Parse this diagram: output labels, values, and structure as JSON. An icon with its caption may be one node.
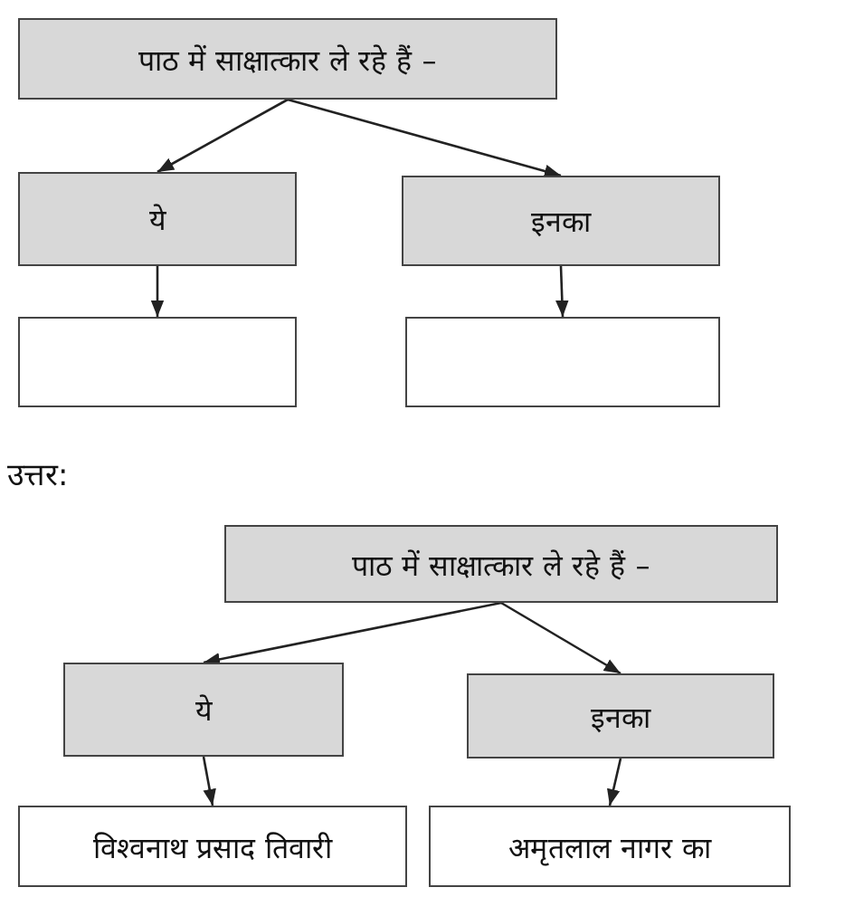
{
  "diagram": {
    "nodes": [
      {
        "text": [
          "पाठ में साक्षात्कार ले रहे हैं –"
        ]
      },
      {
        "text": [
          "ये"
        ]
      },
      {
        "text": [
          "इनका"
        ]
      },
      {
        "text": [],
        "shape": "box"
      },
      {
        "text": [],
        "shape": "box"
      },
      {
        "text": [
          "पाठ में साक्षात्कार ले रहे हैं –"
        ]
      },
      {
        "text": [
          "ये"
        ]
      },
      {
        "text": [
          "इनका"
        ]
      },
      {
        "text": [
          "विश्वनाथ प्रसाद तिवारी"
        ]
      },
      {
        "text": [
          "अमृतलाल नागर का"
        ]
      }
    ],
    "edges": [
      {
        "from": 0,
        "to": 1,
        "arrow": "to"
      },
      {
        "from": 0,
        "to": 2,
        "arrow": "to"
      },
      {
        "from": 1,
        "to": 3,
        "arrow": "to"
      },
      {
        "from": 2,
        "to": 4,
        "arrow": "to"
      },
      {
        "from": 5,
        "to": 6,
        "arrow": "to"
      },
      {
        "from": 5,
        "to": 7,
        "arrow": "to"
      },
      {
        "from": 6,
        "to": 8,
        "arrow": "to"
      },
      {
        "from": 7,
        "to": 9,
        "arrow": "to"
      }
    ],
    "labels": [
      "उत्तर:"
    ]
  }
}
